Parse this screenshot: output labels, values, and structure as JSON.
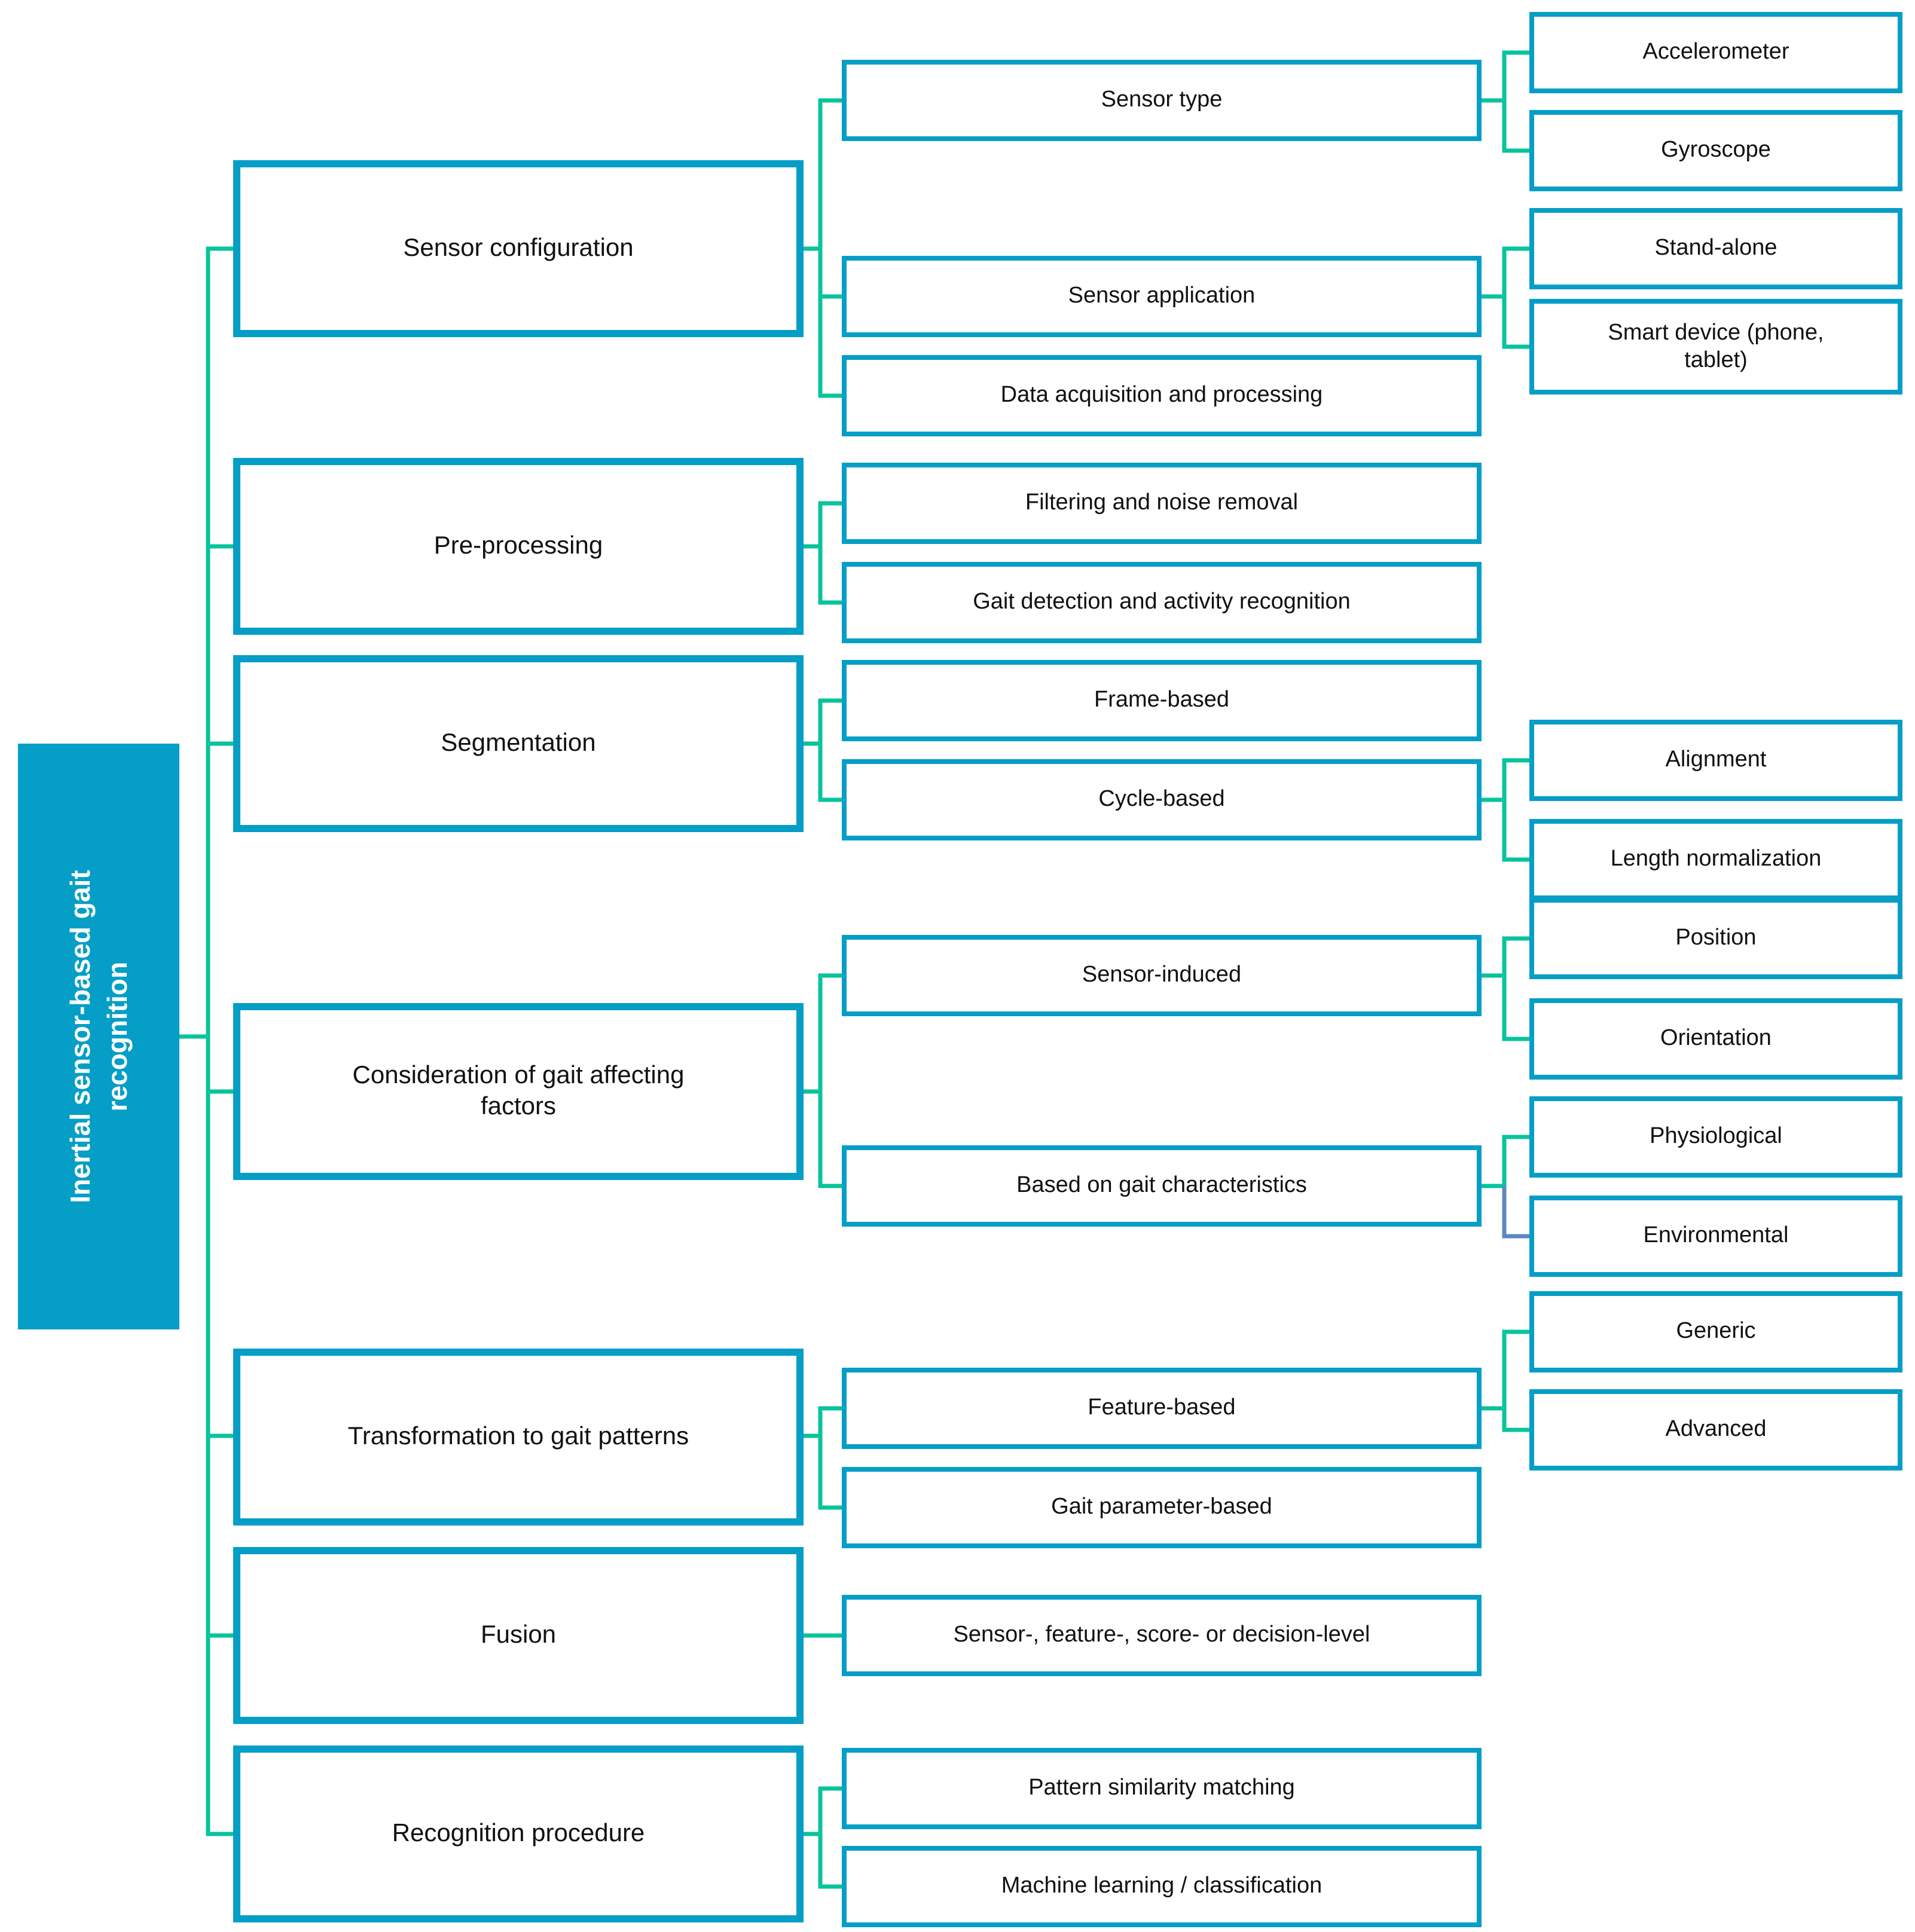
{
  "colors": {
    "teal": "#049ec6",
    "green": "#07c49c",
    "blue": "#5b87c5",
    "text": "#111111",
    "root_text": "#ffffff"
  },
  "tree": {
    "label": "Inertial sensor-based gait\nrecognition",
    "children": [
      {
        "label": "Sensor configuration",
        "children": [
          {
            "label": "Sensor type",
            "children": [
              {
                "label": "Accelerometer"
              },
              {
                "label": "Gyroscope"
              }
            ]
          },
          {
            "label": "Sensor application",
            "children": [
              {
                "label": "Stand-alone"
              },
              {
                "label": "Smart device (phone,\ntablet)"
              }
            ]
          },
          {
            "label": "Data acquisition and processing"
          }
        ]
      },
      {
        "label": "Pre-processing",
        "children": [
          {
            "label": "Filtering and noise removal"
          },
          {
            "label": "Gait detection and activity recognition"
          }
        ]
      },
      {
        "label": "Segmentation",
        "children": [
          {
            "label": "Frame-based"
          },
          {
            "label": "Cycle-based",
            "children": [
              {
                "label": "Alignment"
              },
              {
                "label": "Length normalization"
              }
            ]
          }
        ]
      },
      {
        "label": "Consideration of gait affecting\nfactors",
        "children": [
          {
            "label": "Sensor-induced",
            "children": [
              {
                "label": "Position"
              },
              {
                "label": "Orientation"
              }
            ]
          },
          {
            "label": "Based on gait characteristics",
            "children": [
              {
                "label": "Physiological"
              },
              {
                "label": "Environmental"
              }
            ]
          }
        ]
      },
      {
        "label": "Transformation to gait patterns",
        "children": [
          {
            "label": "Feature-based",
            "children": [
              {
                "label": "Generic"
              },
              {
                "label": "Advanced"
              }
            ]
          },
          {
            "label": "Gait parameter-based"
          }
        ]
      },
      {
        "label": "Fusion",
        "children": [
          {
            "label": "Sensor-, feature-, score- or decision-level"
          }
        ]
      },
      {
        "label": "Recognition procedure",
        "children": [
          {
            "label": "Pattern similarity matching"
          },
          {
            "label": "Machine learning / classification"
          }
        ]
      }
    ]
  }
}
